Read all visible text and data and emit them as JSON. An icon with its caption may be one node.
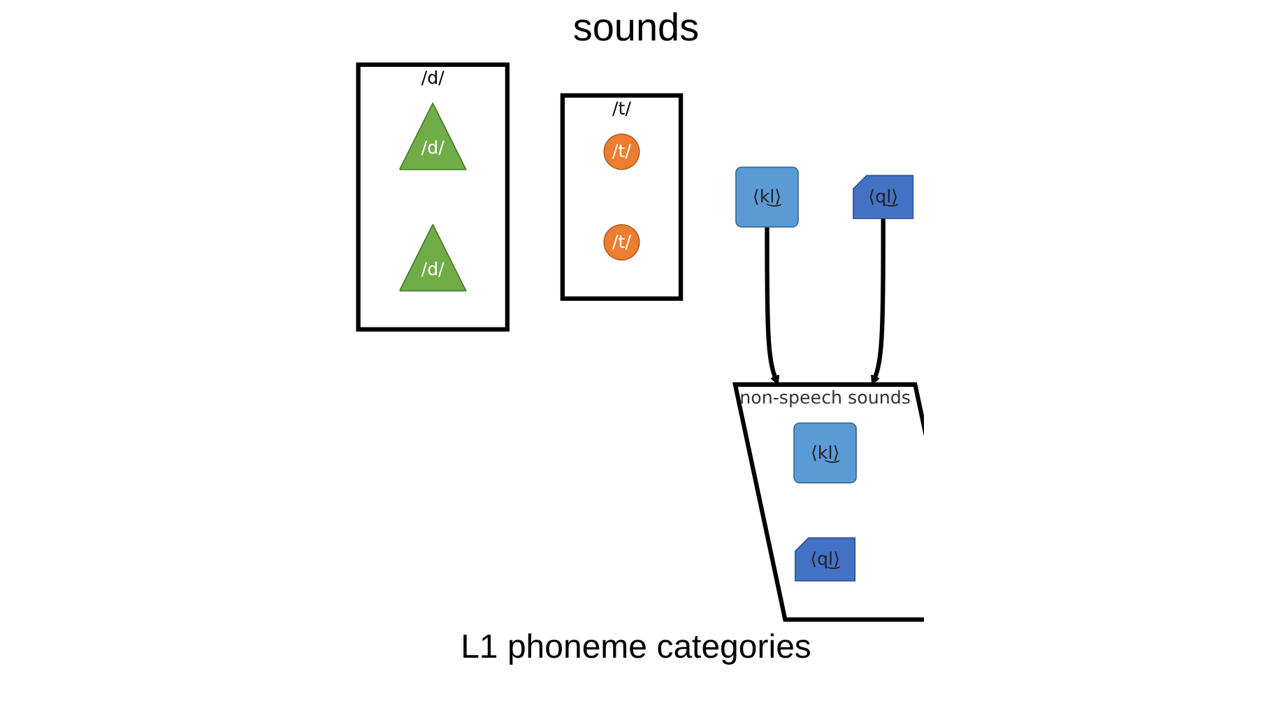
{
  "diagram": {
    "title": "sounds",
    "nodes": [
      {
        "text": [
          "⟨kl͜⟩"
        ]
      },
      {
        "text": [
          "⟨ql͜⟩"
        ]
      },
      {
        "text": [
          "/t/"
        ]
      },
      {
        "text": [
          "/t/"
        ],
        "in": 2
      },
      {
        "text": [
          "/t/"
        ],
        "in": 2
      },
      {
        "text": [
          "/d/"
        ]
      },
      {
        "text": [
          "/d/"
        ],
        "in": 5
      },
      {
        "text": [
          "/d/"
        ],
        "in": 5
      },
      {
        "text": [],
        "shape": "parallelogram",
        "beside": [
          "non-speech sounds"
        ]
      },
      {
        "text": [
          "⟨kl͜⟩"
        ],
        "in": 8
      },
      {
        "text": [
          "⟨ql͜⟩"
        ],
        "in": 8
      }
    ],
    "edges": [
      {
        "from": 0,
        "to": 8,
        "arrow": "to"
      },
      {
        "from": 1,
        "to": 8,
        "arrow": "to"
      }
    ],
    "labels": [
      "L1 phoneme categories"
    ]
  }
}
